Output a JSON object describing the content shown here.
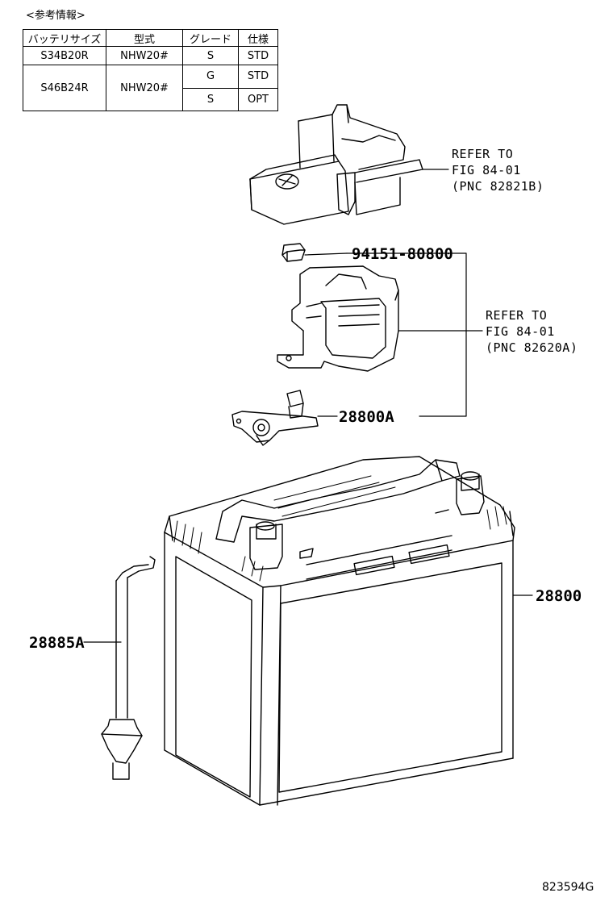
{
  "reference": {
    "caption": "<参考情報>",
    "headers": [
      "バッテリサイズ",
      "型式",
      "グレード",
      "仕様"
    ],
    "rows": [
      {
        "size": "S34B20R",
        "model": "NHW20#",
        "grade": "S",
        "spec": "STD"
      },
      {
        "size": "S46B24R",
        "model": "NHW20#",
        "grade": "G",
        "spec": "STD"
      },
      {
        "grade": "S",
        "spec": "OPT"
      }
    ]
  },
  "callouts": {
    "refer1": {
      "line1": "REFER TO",
      "line2": "FIG 84-01",
      "line3": "(PNC 82821B)"
    },
    "refer2": {
      "line1": "REFER TO",
      "line2": "FIG 84-01",
      "line3": "(PNC 82620A)"
    },
    "nut": "94151-80800",
    "terminal": "28800A",
    "battery": "28800",
    "hose": "28885A"
  },
  "illustration_code": "823594G"
}
